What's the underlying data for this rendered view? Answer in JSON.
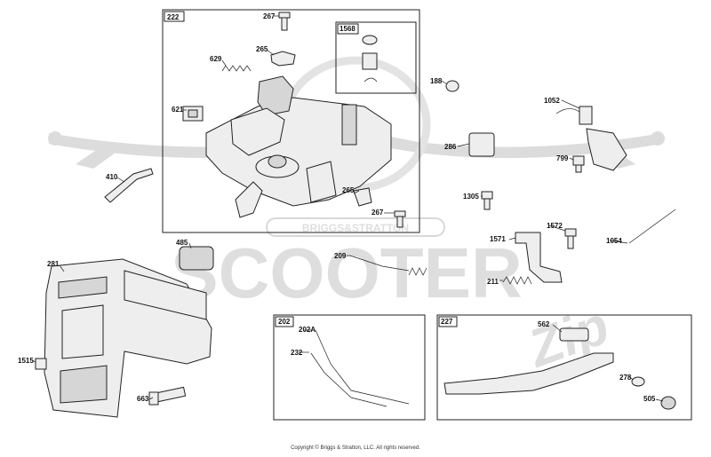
{
  "watermark": {
    "brand": "BRIGGS&STRATTON",
    "site": "SCOOTER",
    "script": "Zip"
  },
  "boxes": {
    "b222": "222",
    "b1568": "1568",
    "b202": "202",
    "b227": "227"
  },
  "labels": {
    "p267a": "267",
    "p265a": "265",
    "p629": "629",
    "p621": "621",
    "p410": "410",
    "p265b": "265",
    "p267b": "267",
    "p188": "188",
    "p1052": "1052",
    "p286": "286",
    "p799": "799",
    "p1305": "1305",
    "p1572": "1572",
    "p1571": "1571",
    "p1054": "1054",
    "p211": "211",
    "p209": "209",
    "p485": "485",
    "p281": "281",
    "p1515": "1515",
    "p663": "663",
    "p202A": "202A",
    "p232": "232",
    "p562": "562",
    "p278": "278",
    "p505": "505"
  },
  "copyright": "Copyright © Briggs & Stratton, LLC. All rights reserved."
}
